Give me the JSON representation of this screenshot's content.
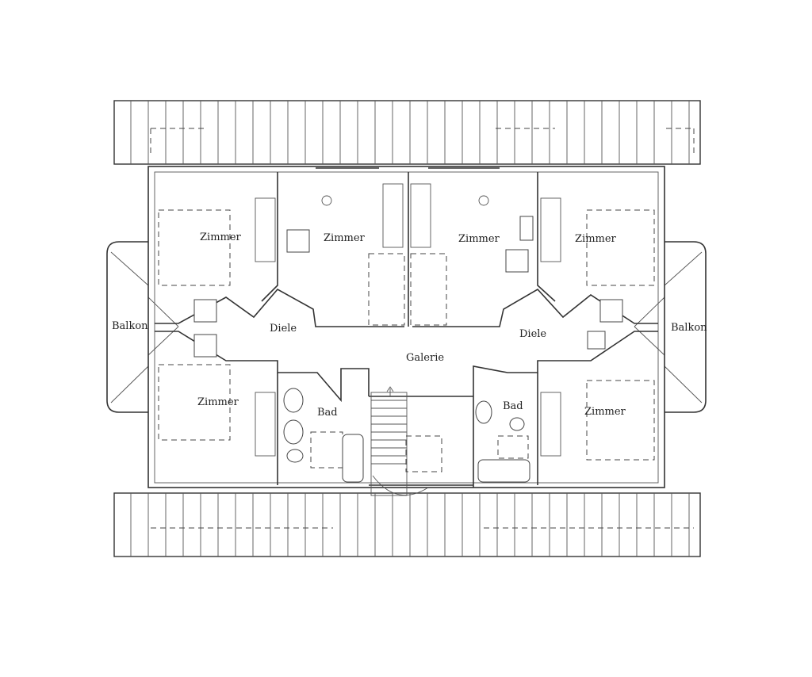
{
  "rooms": {
    "zimmer_nw": "Zimmer",
    "zimmer_n2": "Zimmer",
    "zimmer_n3": "Zimmer",
    "zimmer_ne": "Zimmer",
    "zimmer_sw": "Zimmer",
    "zimmer_se": "Zimmer",
    "diele_left": "Diele",
    "diele_right": "Diele",
    "galerie": "Galerie",
    "bad_left": "Bad",
    "bad_right": "Bad",
    "balkon_left": "Balkon",
    "balkon_right": "Balkon"
  }
}
